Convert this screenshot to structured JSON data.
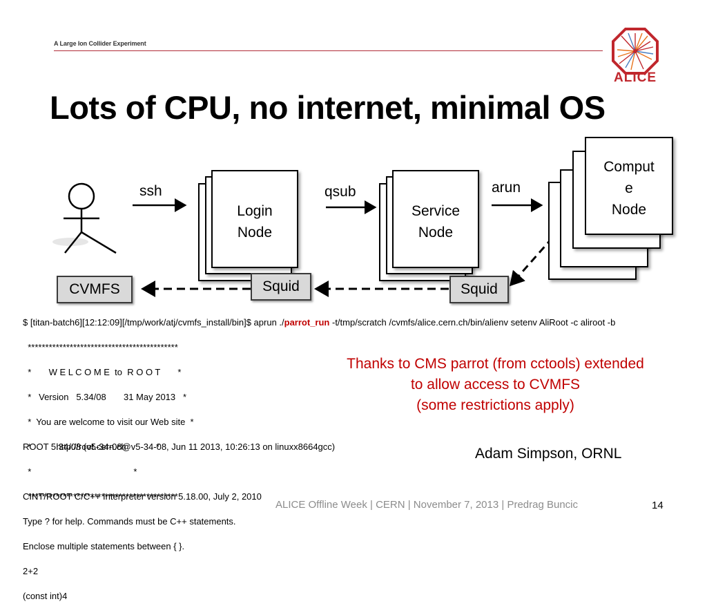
{
  "header": {
    "tagline": "A Large Ion Collider Experiment",
    "logo_text": "ALICE"
  },
  "title": "Lots of CPU, no internet, minimal OS",
  "diagram": {
    "login_node": [
      "Login",
      "Node"
    ],
    "service_node": [
      "Service",
      "Node"
    ],
    "compute_node": [
      "Comput",
      "e",
      "Node"
    ],
    "edges": {
      "ssh": "ssh",
      "qsub": "qsub",
      "arun": "arun"
    },
    "squid_login": "Squid",
    "squid_service": "Squid",
    "cvmfs": "CVMFS"
  },
  "terminal": {
    "cmd_prefix": "$ [titan-batch6][12:12:09][/tmp/work/atj/cvmfs_install/bin]$ aprun ./",
    "cmd_highlight": "parrot_run",
    "cmd_suffix": " -t/tmp/scratch /cvmfs/alice.cern.ch/bin/alienv setenv AliRoot -c aliroot -b",
    "banner": [
      "  *******************************************",
      "  *       W E L C O M E  to  R O O T       *",
      "  *   Version   5.34/08       31 May 2013   *",
      "  *  You are welcome to visit our Web site  *",
      "  *          http://root.cern.ch            *",
      "  *                                         *",
      "  *******************************************"
    ],
    "output": [
      "ROOT 5.34/08 (v5-34-08@v5-34-08, Jun 11 2013, 10:26:13 on linuxx8664gcc)",
      "",
      "CINT/ROOT C/C++ Interpreter version 5.18.00, July 2, 2010",
      "Type ? for help. Commands must be C++ statements.",
      "Enclose multiple statements between { }.",
      "2+2",
      "(const int)4"
    ]
  },
  "note": {
    "lines": [
      "Thanks to CMS parrot (from cctools) extended",
      "to allow access to CVMFS",
      "(some restrictions apply)"
    ]
  },
  "author": "Adam Simpson, ORNL",
  "footer": {
    "text": "ALICE Offline Week | CERN | November 7,  2013  |  Predrag Buncic",
    "page": "14"
  }
}
